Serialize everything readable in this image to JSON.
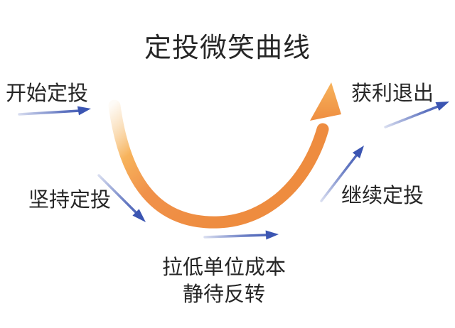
{
  "title": "定投微笑曲线",
  "labels": {
    "start": "开始定投",
    "persist": "坚持定投",
    "bottom_line1": "拉低单位成本",
    "bottom_line2": "静待反转",
    "keep_investing": "继续定投",
    "take_profit": "获利退出"
  },
  "colors": {
    "background": "#ffffff",
    "text": "#262626",
    "arrow_blue": "#3b55b2",
    "curve_orange": "#f0914a",
    "curve_orange_deep": "#ee8c3f",
    "curve_highlight": "#f7b35c",
    "curve_fade": "#f9d9ae"
  }
}
